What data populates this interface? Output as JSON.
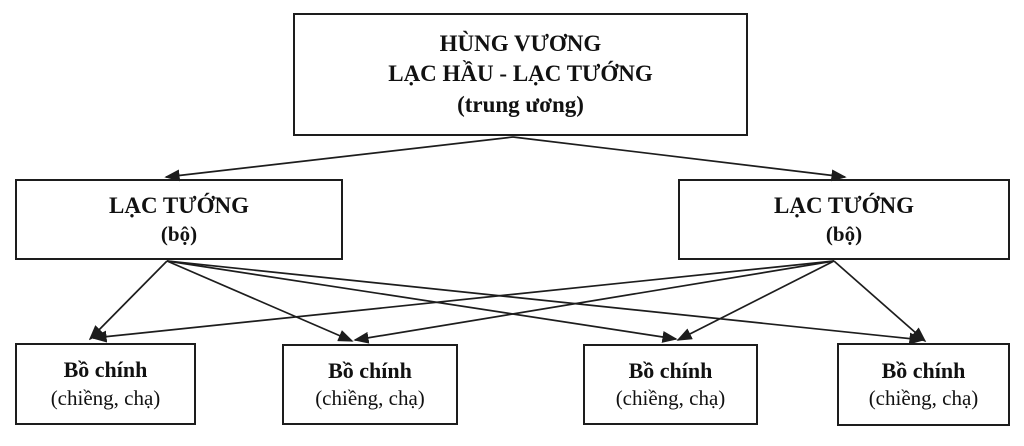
{
  "colors": {
    "line": "#1d1d1d",
    "text": "#111111",
    "background": "#ffffff"
  },
  "nodes": {
    "central": {
      "line1": "HÙNG VƯƠNG",
      "line2": "LẠC HẦU - LẠC TƯỚNG",
      "line3": "(trung ương)"
    },
    "regional_left": {
      "title": "LẠC TƯỚNG",
      "subtitle": "(bộ)"
    },
    "regional_right": {
      "title": "LẠC TƯỚNG",
      "subtitle": "(bộ)"
    },
    "local": [
      {
        "title": "Bồ chính",
        "subtitle": "(chiềng, chạ)"
      },
      {
        "title": "Bồ chính",
        "subtitle": "(chiềng, chạ)"
      },
      {
        "title": "Bồ chính",
        "subtitle": "(chiềng, chạ)"
      },
      {
        "title": "Bồ chính",
        "subtitle": "(chiềng, chạ)"
      }
    ]
  },
  "edges": [
    {
      "from": "central",
      "to": "regional_left"
    },
    {
      "from": "central",
      "to": "regional_right"
    },
    {
      "from": "regional_left",
      "to": "local_1"
    },
    {
      "from": "regional_left",
      "to": "local_2"
    },
    {
      "from": "regional_left",
      "to": "local_3"
    },
    {
      "from": "regional_left",
      "to": "local_4"
    },
    {
      "from": "regional_right",
      "to": "local_1"
    },
    {
      "from": "regional_right",
      "to": "local_2"
    },
    {
      "from": "regional_right",
      "to": "local_3"
    },
    {
      "from": "regional_right",
      "to": "local_4"
    }
  ]
}
